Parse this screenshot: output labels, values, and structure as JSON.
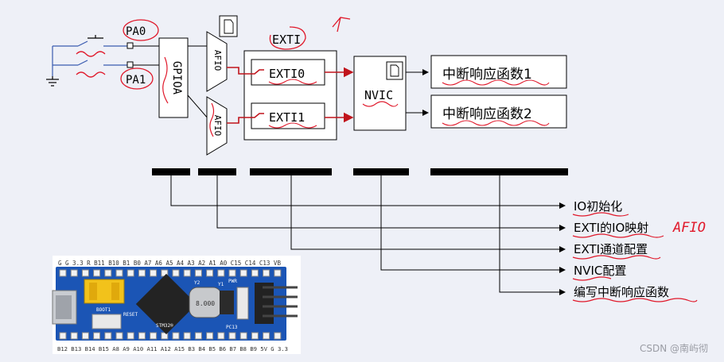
{
  "inputs": {
    "pa0": "PA0",
    "pa1": "PA1"
  },
  "gpio": {
    "label": "GPIOA"
  },
  "afio": {
    "top": "AFIO",
    "bottom": "AFIO"
  },
  "exti": {
    "group_title": "EXTI",
    "line0": "EXTI0",
    "line1": "EXTI1"
  },
  "nvic": {
    "label": "NVIC"
  },
  "handlers": [
    {
      "label": "中断响应函数1"
    },
    {
      "label": "中断响应函数2"
    }
  ],
  "steps": [
    {
      "label": "IO初始化"
    },
    {
      "label": "EXTI的IO映射"
    },
    {
      "label": "EXTI通道配置"
    },
    {
      "label": "NVIC配置"
    },
    {
      "label": "编写中断响应函数"
    }
  ],
  "annotation_afio": "AFIO",
  "board": {
    "top_pins": "G G 3.3 R B11 B10 B1 B0 A7 A6 A5 A4 A3 A2 A1 A0 C15 C14 C13 VB",
    "bottom_pins": "B12 B13 B14 B15 A8 A9 A10 A11 A12 A15 B3 B4 B5 B6 B7 B8 B9 5V G 3.3",
    "chip_label": "STM32®",
    "reset_label": "RESET",
    "boot_label": "BOOT1",
    "pwr_label": "PWR",
    "pc13_label": "PC13",
    "crystal_label": "8.000",
    "y1_label": "Y1",
    "y2_label": "Y2"
  },
  "watermark": "CSDN @南屿彻",
  "colors": {
    "annotation_red": "#e0182a",
    "board_blue": "#1b55b5",
    "wire_red": "#c0141c",
    "wire_blue": "#3a5bb0"
  }
}
